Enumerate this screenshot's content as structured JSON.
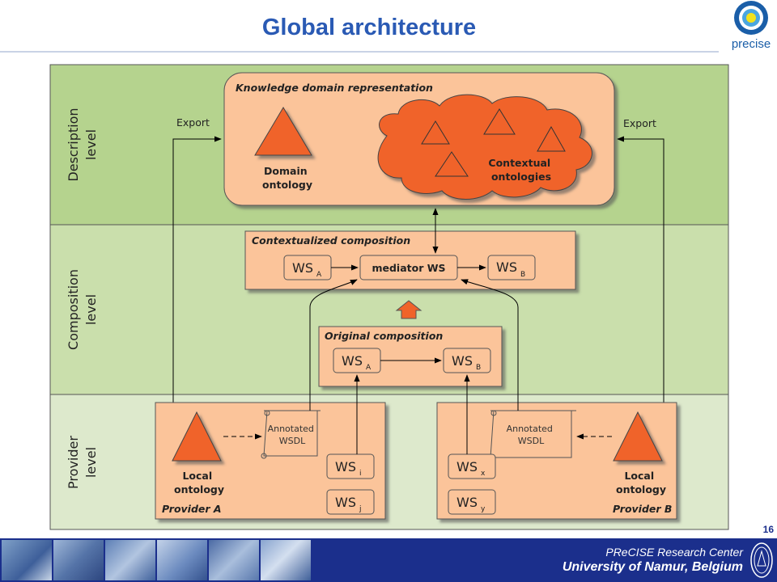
{
  "slide": {
    "title": "Global architecture",
    "page_number": "16",
    "footer_line1": "PReCISE Research Center",
    "footer_line2": "University of Namur, Belgium",
    "logo_text": "precise"
  },
  "levels": {
    "description": [
      "Description",
      "level"
    ],
    "composition": [
      "Composition",
      "level"
    ],
    "provider": [
      "Provider",
      "level"
    ]
  },
  "knowledge": {
    "title": "Knowledge domain representation",
    "domain_ontology": [
      "Domain",
      "ontology"
    ],
    "contextual_ontologies": [
      "Contextual",
      "ontologies"
    ],
    "export_left": "Export",
    "export_right": "Export"
  },
  "contextualized": {
    "title": "Contextualized composition",
    "ws_a": "WS",
    "ws_a_sub": "A",
    "mediator": "mediator WS",
    "ws_b": "WS",
    "ws_b_sub": "B"
  },
  "original": {
    "title": "Original composition",
    "ws_a": "WS",
    "ws_a_sub": "A",
    "ws_b": "WS",
    "ws_b_sub": "B"
  },
  "provider_a": {
    "label": "Provider A",
    "annotated": [
      "Annotated",
      "WSDL"
    ],
    "local": [
      "Local",
      "ontology"
    ],
    "ws_i": "WS",
    "ws_i_sub": "i",
    "ws_j": "WS",
    "ws_j_sub": "j"
  },
  "provider_b": {
    "label": "Provider B",
    "annotated": [
      "Annotated",
      "WSDL"
    ],
    "local": [
      "Local",
      "ontology"
    ],
    "ws_x": "WS",
    "ws_x_sub": "x",
    "ws_y": "WS",
    "ws_y_sub": "y"
  },
  "colors": {
    "title_blue": "#2a5ab4",
    "band_description": "#b5d38e",
    "band_composition": "#cadfac",
    "band_provider": "#dde9cc",
    "box_fill": "#fbc49a",
    "triangle_fill": "#f0632a",
    "footer_blue": "#1b2f8c"
  }
}
